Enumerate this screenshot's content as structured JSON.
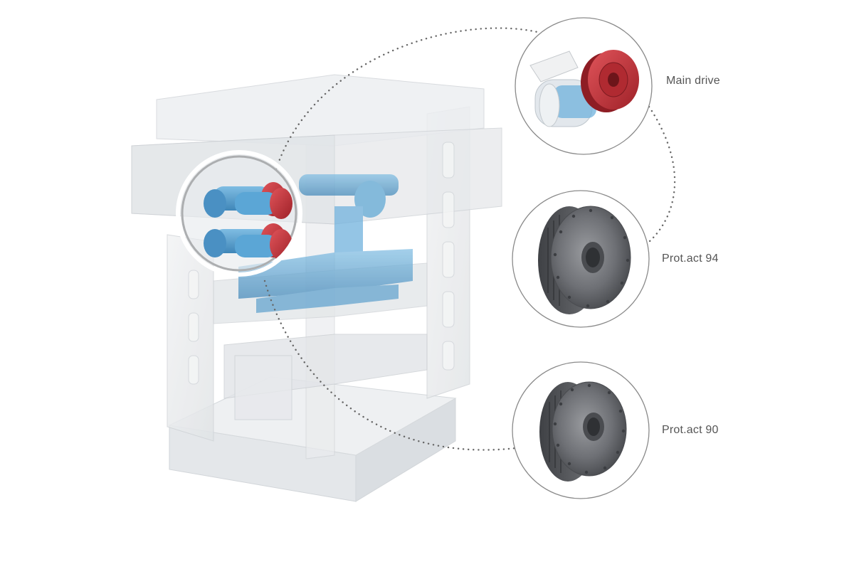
{
  "callouts": [
    {
      "label": "Main drive",
      "icon": "main-drive-motor-icon"
    },
    {
      "label": "Prot.act 94",
      "icon": "protact-94-motor-icon"
    },
    {
      "label": "Prot.act 90",
      "icon": "protact-90-motor-icon"
    }
  ],
  "colors": {
    "background": "#ffffff",
    "machine_frame": "#e6e8ea",
    "machine_edge": "#c9cdd1",
    "drive_blue": "#4f9ccf",
    "drive_red": "#c8343b",
    "torque_motor_dark": "#5e6064",
    "dotted_line": "#666666",
    "circle_outline": "#8a8a8a",
    "label_text": "#555555"
  }
}
